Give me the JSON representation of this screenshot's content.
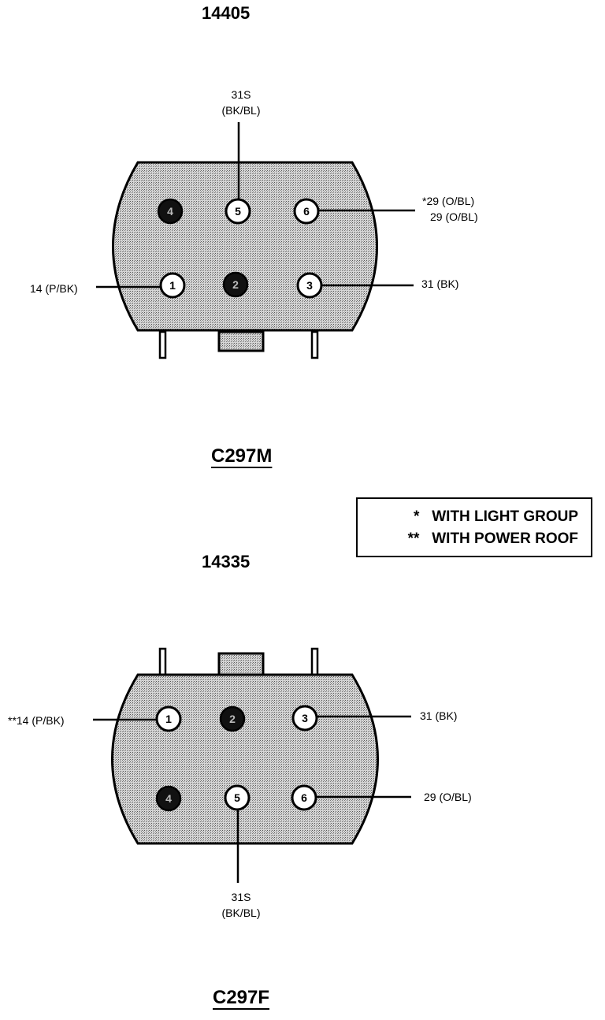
{
  "top": {
    "part_number": "14405",
    "connector_id": "C297M",
    "pins": [
      {
        "num": "1",
        "filled": false
      },
      {
        "num": "2",
        "filled": true
      },
      {
        "num": "3",
        "filled": false
      },
      {
        "num": "4",
        "filled": true
      },
      {
        "num": "5",
        "filled": false
      },
      {
        "num": "6",
        "filled": false
      }
    ],
    "wires": {
      "pin5_line1": "31S",
      "pin5_line2": "(BK/BL)",
      "pin6_line1": "*29 (O/BL)",
      "pin6_line2": "29 (O/BL)",
      "pin1": "14 (P/BK)",
      "pin3": "31 (BK)"
    }
  },
  "legend": {
    "row1_mark": "*",
    "row1_text": "WITH LIGHT GROUP",
    "row2_mark": "**",
    "row2_text": "WITH POWER ROOF"
  },
  "bottom": {
    "part_number": "14335",
    "connector_id": "C297F",
    "pins": [
      {
        "num": "1",
        "filled": false
      },
      {
        "num": "2",
        "filled": true
      },
      {
        "num": "3",
        "filled": false
      },
      {
        "num": "4",
        "filled": true
      },
      {
        "num": "5",
        "filled": false
      },
      {
        "num": "6",
        "filled": false
      }
    ],
    "wires": {
      "pin1": "**14 (P/BK)",
      "pin3": "31 (BK)",
      "pin6": "29 (O/BL)",
      "pin5_line1": "31S",
      "pin5_line2": "(BK/BL)"
    }
  },
  "colors": {
    "body_fill": "#c9c9c9",
    "outline": "#000000"
  }
}
